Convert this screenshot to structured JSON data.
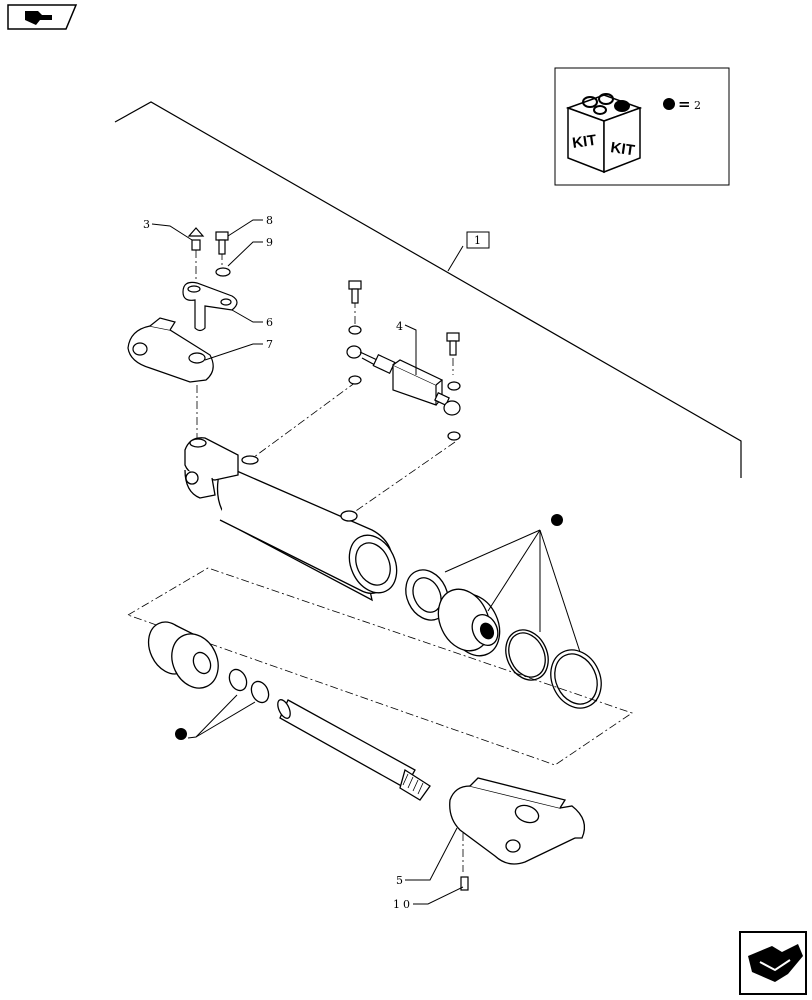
{
  "callouts": {
    "c1": "1",
    "c2": "2",
    "c3": "3",
    "c4": "4",
    "c5": "5",
    "c6": "6",
    "c7": "7",
    "c8": "8",
    "c9": "9",
    "c10": "10"
  },
  "kit": {
    "label_left": "KIT",
    "label_right": "KIT",
    "equals": "=",
    "quantity": "2"
  },
  "icons": {
    "prev": "previous-page-icon",
    "next": "next-page-icon"
  }
}
